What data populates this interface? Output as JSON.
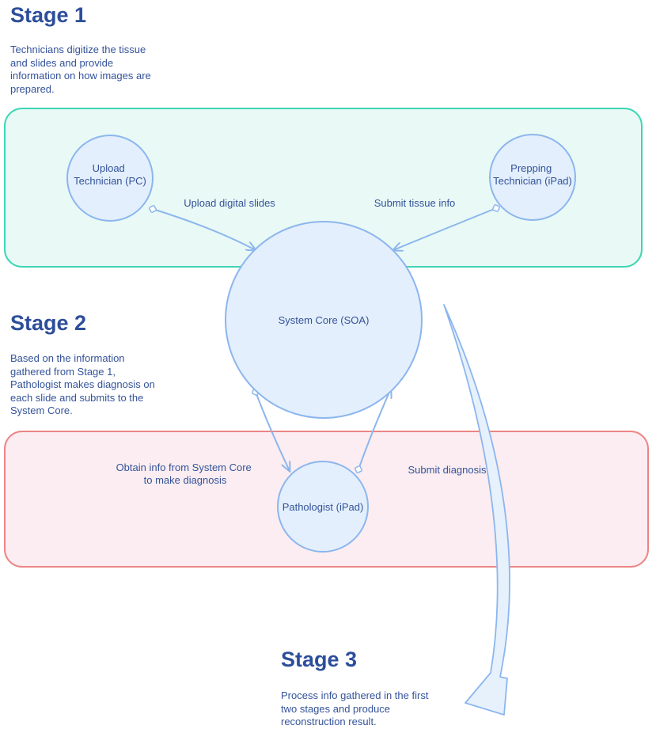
{
  "stages": {
    "stage1": {
      "title": "Stage 1",
      "description_lines": [
        "Technicians digitize the tissue",
        "and slides and provide",
        "information on how images are",
        "prepared."
      ]
    },
    "stage2": {
      "title": "Stage 2",
      "description_lines": [
        "Based on the information",
        "gathered from Stage 1,",
        "Pathologist makes diagnosis on",
        "each slide and submits to the",
        "System Core."
      ]
    },
    "stage3": {
      "title": "Stage 3",
      "description_lines": [
        "Process info gathered in the first",
        "two stages and produce",
        "reconstruction result."
      ]
    }
  },
  "nodes": {
    "upload_technician": {
      "lines": [
        "Upload",
        "Technician (PC)"
      ]
    },
    "prepping_technician": {
      "lines": [
        "Prepping",
        "Technician (iPad)"
      ]
    },
    "system_core": {
      "label": "System Core (SOA)"
    },
    "pathologist": {
      "label": "Pathologist (iPad)"
    }
  },
  "edges": {
    "upload_slides": "Upload digital slides",
    "submit_tissue": "Submit tissue info",
    "obtain_info": [
      "Obtain info from System Core",
      "to make diagnosis"
    ],
    "submit_diagnosis": "Submit diagnosis"
  },
  "colors": {
    "heading": "#2d4e9a",
    "text": "#34539a",
    "node_fill": "#e3effc",
    "node_stroke": "#8cb6ee",
    "arrow": "#8cb6ee",
    "stage1_box_stroke": "#3dd6b5",
    "stage1_box_fill": "#e9f9f5",
    "stage2_box_stroke": "#ec8585",
    "stage2_box_fill": "#fbedf1"
  }
}
